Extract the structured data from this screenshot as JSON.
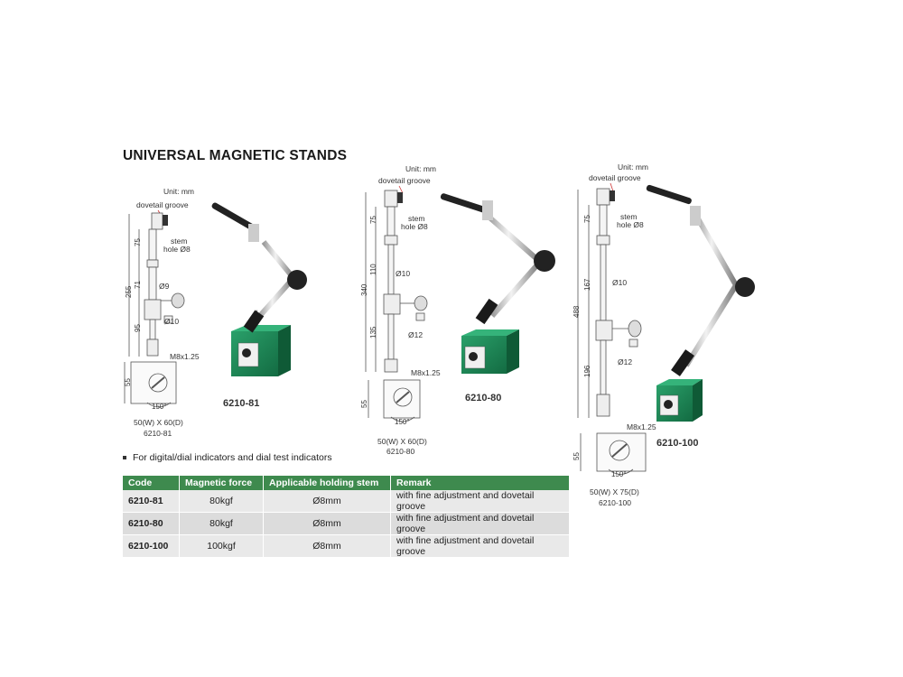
{
  "title": "UNIVERSAL MAGNETIC STANDS",
  "bullet": "For digital/dial indicators and dial test indicators",
  "drawings": [
    {
      "code": "6210-81",
      "unit": "Unit: mm",
      "groove": "dovetail groove",
      "stem": "stem",
      "hole": "hole Ø8",
      "total": "255",
      "d75": "75",
      "d71": "71",
      "d95": "95",
      "d9": "Ø9",
      "d10": "Ø10",
      "thread": "M8x1.25",
      "base_h": "55",
      "angle": "150°",
      "size": "50(W) X 60(D)"
    },
    {
      "code": "6210-80",
      "unit": "Unit: mm",
      "groove": "dovetail groove",
      "stem": "stem",
      "hole": "hole Ø8",
      "total": "340",
      "d75": "75",
      "d110": "110",
      "d135": "135",
      "d10": "Ø10",
      "d12": "Ø12",
      "thread": "M8x1.25",
      "base_h": "55",
      "angle": "150°",
      "size": "50(W) X 60(D)"
    },
    {
      "code": "6210-100",
      "unit": "Unit: mm",
      "groove": "dovetail groove",
      "stem": "stem",
      "hole": "hole Ø8",
      "total": "488",
      "d75": "75",
      "d167": "167",
      "d196": "196",
      "d10": "Ø10",
      "d12": "Ø12",
      "thread": "M8x1.25",
      "base_h": "55",
      "angle": "150°",
      "size": "50(W) X 75(D)"
    }
  ],
  "table": {
    "headers": [
      "Code",
      "Magnetic force",
      "Applicable holding stem",
      "Remark"
    ],
    "rows": [
      {
        "code": "6210-81",
        "force": "80kgf",
        "stem": "Ø8mm",
        "remark": "with fine adjustment and dovetail groove"
      },
      {
        "code": "6210-80",
        "force": "80kgf",
        "stem": "Ø8mm",
        "remark": "with fine adjustment and dovetail groove"
      },
      {
        "code": "6210-100",
        "force": "100kgf",
        "stem": "Ø8mm",
        "remark": "with fine adjustment and dovetail groove"
      }
    ]
  },
  "colors": {
    "header_green": "#3e8a4e",
    "base_green": "#1f8a5a"
  }
}
